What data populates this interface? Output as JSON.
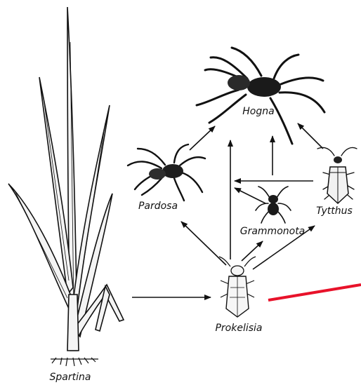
{
  "labels": {
    "hogna": "Hogna",
    "pardosa": "Pardosa",
    "grammonota": "Grammonota",
    "tytthus": "Tytthus",
    "prokelisia": "Prokelisia",
    "spartina": "Spartina"
  },
  "colors": {
    "ink": "#111111",
    "marker": "#e8122a",
    "background": "#ffffff"
  }
}
